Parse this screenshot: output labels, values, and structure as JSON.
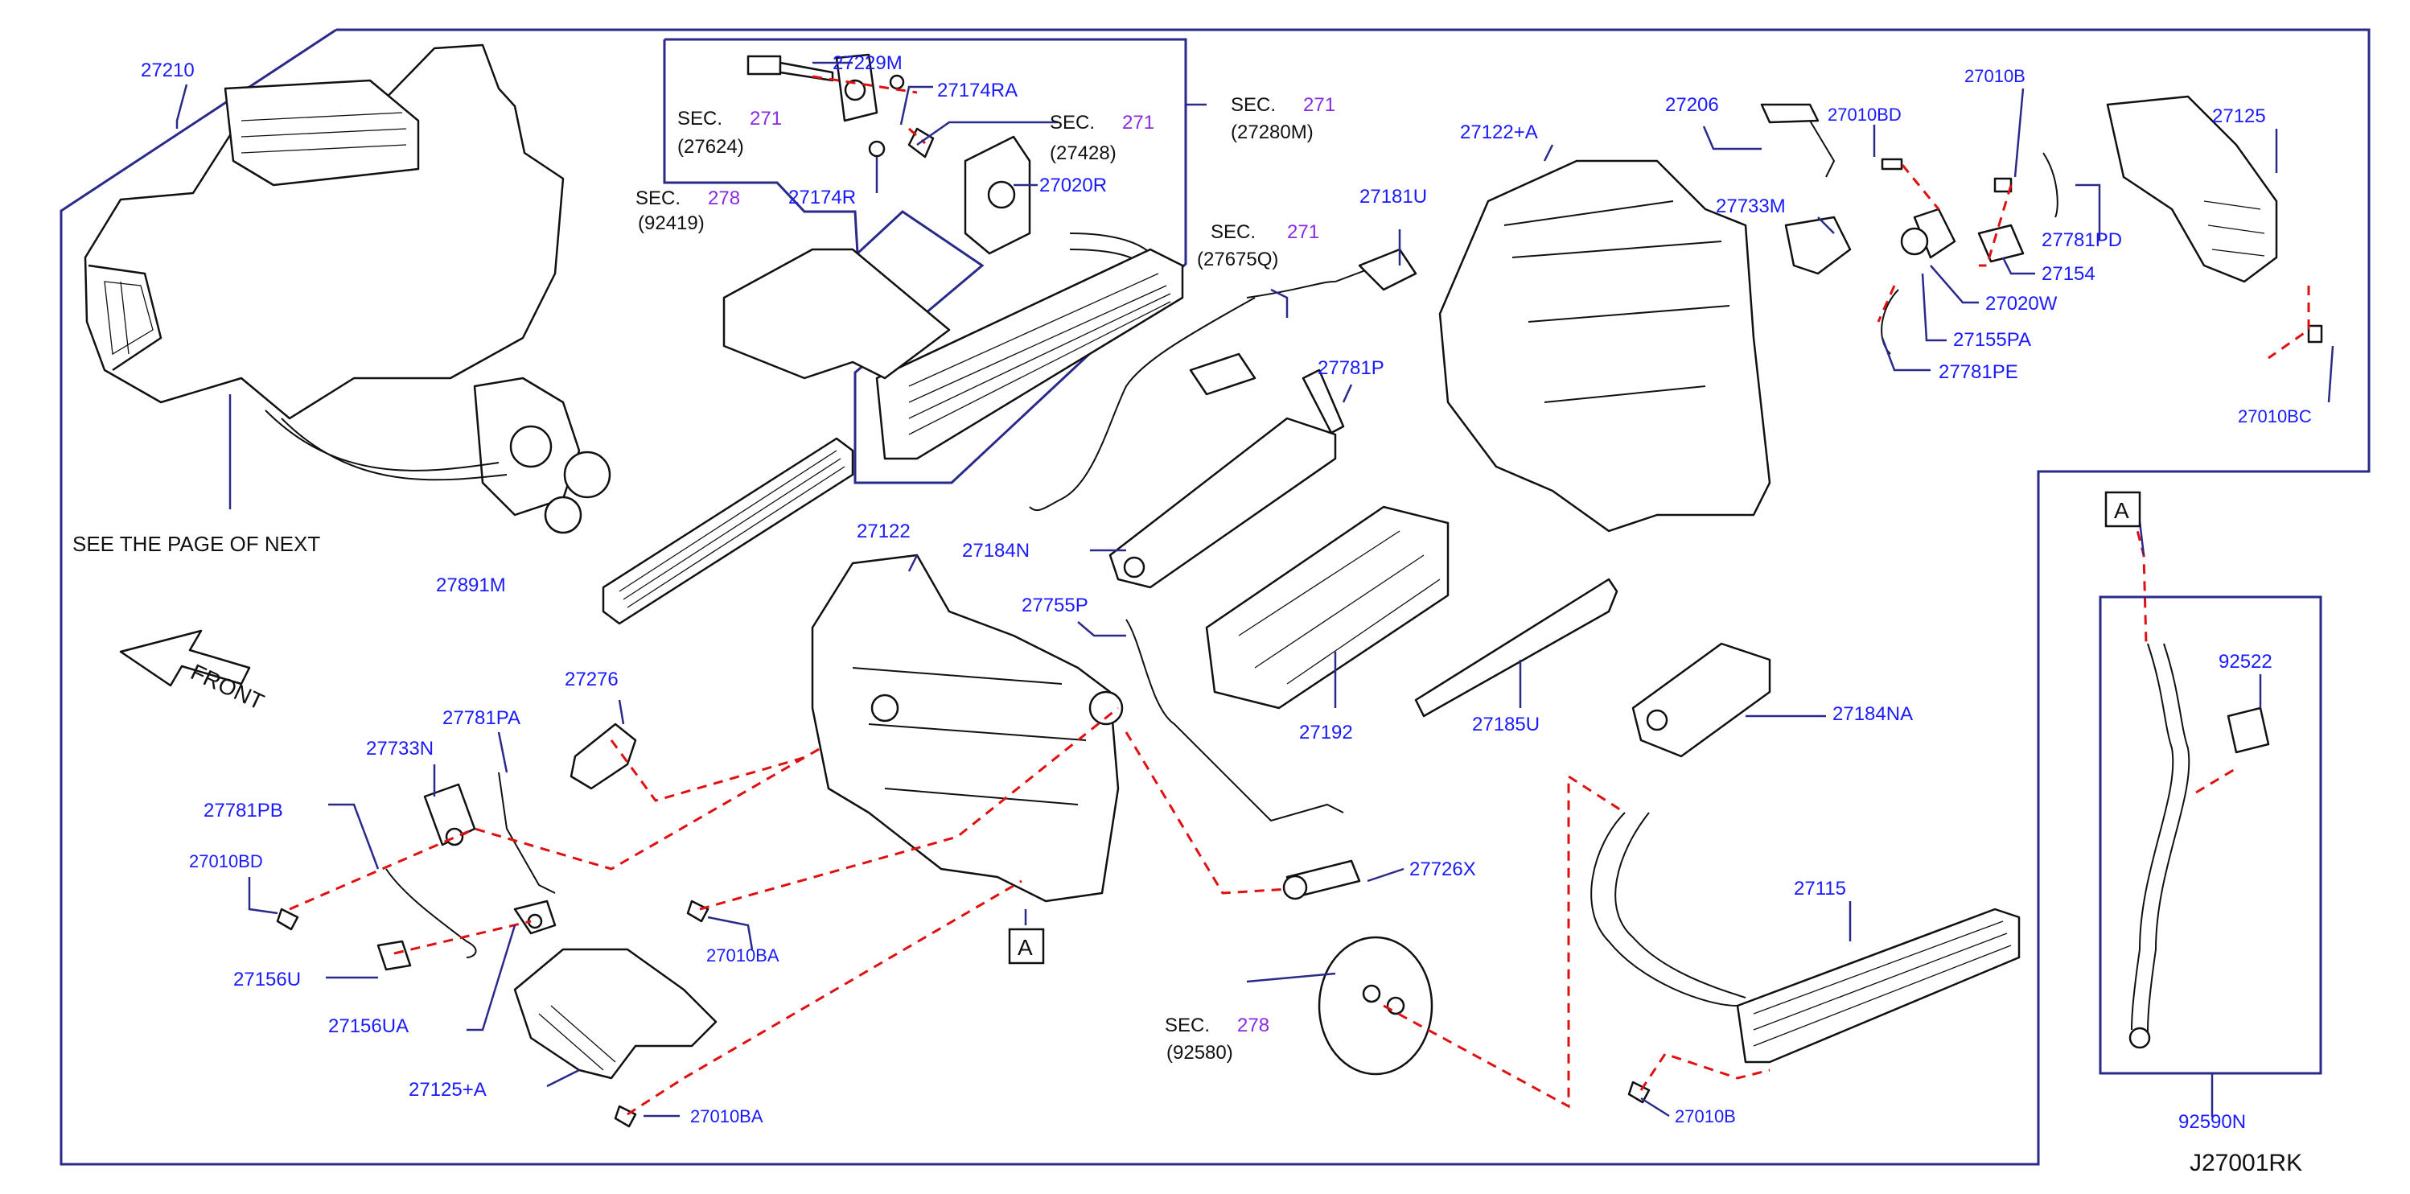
{
  "diagram": {
    "code": "J27001RK",
    "front_label": "FRONT",
    "see_next": "SEE  THE  PAGE  OF  NEXT",
    "ref_marker": "A",
    "sec_word": "SEC.",
    "sec_refs": [
      {
        "sec": "271",
        "ref": "(27624)"
      },
      {
        "sec": "271",
        "ref": "(27428)"
      },
      {
        "sec": "271",
        "ref": "(27280M)"
      },
      {
        "sec": "278",
        "ref": "(92419)"
      },
      {
        "sec": "271",
        "ref": "(27675Q)"
      },
      {
        "sec": "278",
        "ref": "(92580)"
      }
    ],
    "parts": [
      "27210",
      "27229M",
      "27174RA",
      "27174R",
      "27020R",
      "27891M",
      "27181U",
      "27781P",
      "27184N",
      "27122",
      "27755P",
      "27192",
      "27185U",
      "27184NA",
      "27122+A",
      "27206",
      "27010BD",
      "27010B",
      "27125",
      "27733M",
      "27781PD",
      "27154",
      "27020W",
      "27155PA",
      "27781PE",
      "27010BC",
      "27276",
      "27781PA",
      "27733N",
      "27781PB",
      "27010BD",
      "27156U",
      "27156UA",
      "27125+A",
      "27010BA",
      "27010BA",
      "27726X",
      "27115",
      "27010B",
      "92522",
      "92590N"
    ]
  }
}
